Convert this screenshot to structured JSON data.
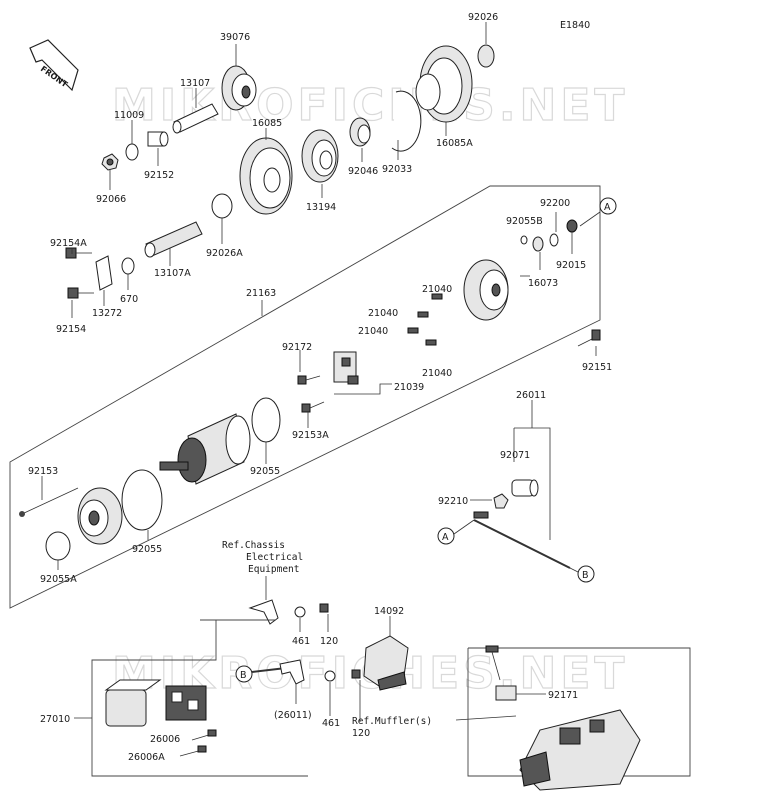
{
  "diagram_code": "E1840",
  "front_label": "FRONT",
  "watermark": "MIKROFICHES.NET",
  "ref_chassis": [
    "Ref.Chassis",
    "Electrical",
    "Equipment"
  ],
  "ref_muffler": "Ref.Muffler(s)",
  "markers": {
    "a": "A",
    "b": "B"
  },
  "parts": {
    "p39076": "39076",
    "p92026": "92026",
    "p13107": "13107",
    "p11009": "11009",
    "p16085": "16085",
    "p16085A": "16085A",
    "p92033": "92033",
    "p92046": "92046",
    "p13194": "13194",
    "p92152": "92152",
    "p92066": "92066",
    "p92026A": "92026A",
    "p13107A": "13107A",
    "p92154A": "92154A",
    "p13272": "13272",
    "p670": "670",
    "p92154": "92154",
    "p21163": "21163",
    "p92200": "92200",
    "p92055B": "92055B",
    "p92015": "92015",
    "p16073": "16073",
    "p21040a": "21040",
    "p21040b": "21040",
    "p21040c": "21040",
    "p21040d": "21040",
    "p92172": "92172",
    "p21039": "21039",
    "p92153A": "92153A",
    "p92151": "92151",
    "p92055top": "92055",
    "p92153": "92153",
    "p92055": "92055",
    "p92055A": "92055A",
    "p26011": "26011",
    "p92071": "92071",
    "p92210": "92210",
    "p461a": "461",
    "p120a": "120",
    "p14092": "14092",
    "p461b": "461",
    "p120b": "120",
    "p26011paren": "(26011)",
    "p92171": "92171",
    "p27010": "27010",
    "p26006": "26006",
    "p26006A": "26006A"
  }
}
